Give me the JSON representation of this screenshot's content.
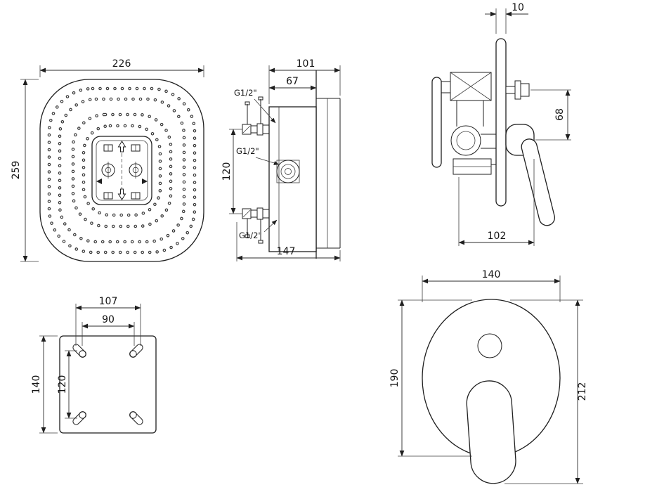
{
  "views": {
    "showerhead_top": {
      "dims": {
        "width": "226",
        "height": "259"
      }
    },
    "valve_section": {
      "dims": {
        "depth_total": "101",
        "depth_front": "67",
        "port_spacing": "120",
        "depth_overall": "147"
      },
      "threads": {
        "top": "G1/2\"",
        "middle": "G1/2\"",
        "bottom": "G1/2\""
      }
    },
    "valve_side": {
      "dims": {
        "plate_thickness": "10",
        "knob_to_handle": "68",
        "handle_reach": "102"
      }
    },
    "mounting_plate": {
      "dims": {
        "outer_width": "107",
        "inner_width": "90",
        "outer_height": "140",
        "inner_height": "120"
      }
    },
    "trim_front": {
      "dims": {
        "width": "140",
        "plate_height": "190",
        "total_height": "212"
      }
    }
  }
}
